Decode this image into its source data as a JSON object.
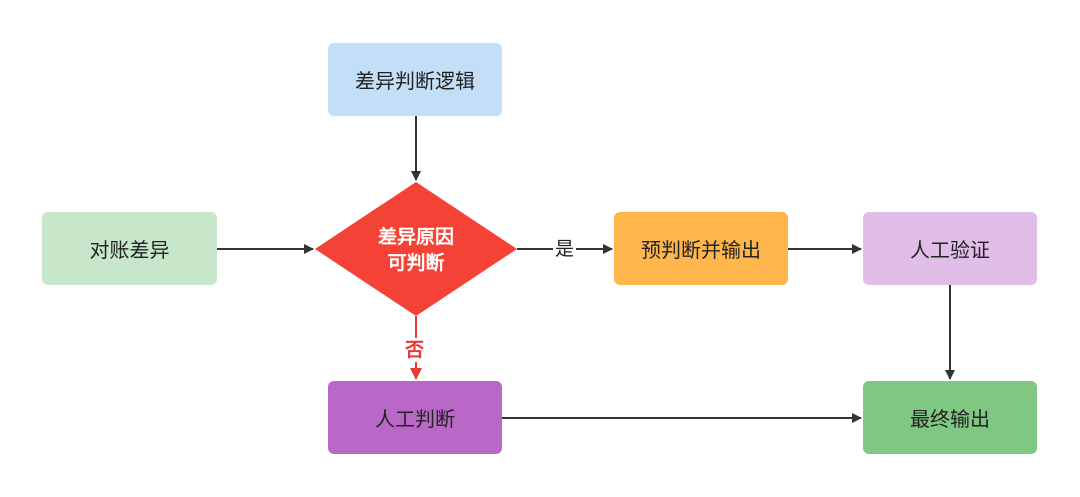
{
  "nodes": {
    "logic": "差异判断逻辑",
    "recon": "对账差异",
    "decision_line1": "差异原因",
    "decision_line2": "可判断",
    "prejudge": "预判断并输出",
    "verify": "人工验证",
    "manual": "人工判断",
    "final": "最终输出"
  },
  "edge_labels": {
    "yes": "是",
    "no": "否"
  },
  "colors": {
    "logic": "#c3dff8",
    "recon": "#c8e6c9",
    "decision": "#f44336",
    "prejudge": "#ffb74d",
    "verify": "#e1bee7",
    "manual": "#ba68c8",
    "final": "#81c784",
    "arrow": "#333333",
    "no_arrow": "#e53935"
  }
}
